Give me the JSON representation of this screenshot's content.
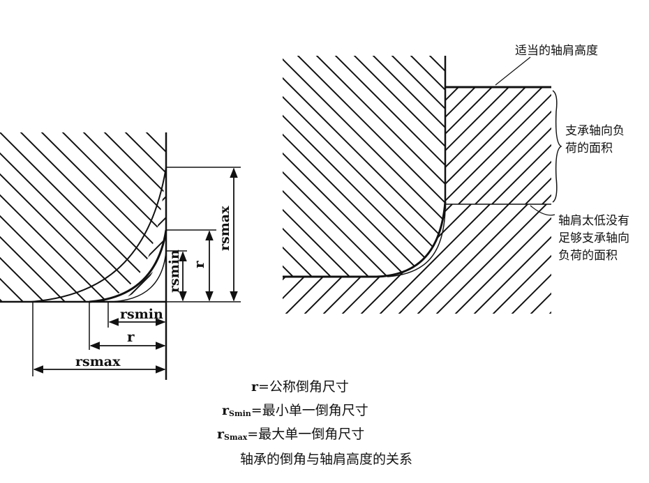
{
  "left_figure": {
    "dim_r": "r",
    "dim_rsmin": "rsmin",
    "dim_rsmax": "rsmax"
  },
  "right_figure": {
    "callout_top": "适当的轴肩高度",
    "callout_mid": [
      "支承轴向负",
      "荷的面积"
    ],
    "callout_low": [
      "轴肩太低没有",
      "足够支承轴向",
      "负荷的面积"
    ]
  },
  "legend": {
    "items": [
      {
        "symbol": "r",
        "sub": "",
        "text": "=公称倒角尺寸"
      },
      {
        "symbol": "r",
        "sub": "Smin",
        "text": "=最小单一倒角尺寸"
      },
      {
        "symbol": "r",
        "sub": "Smax",
        "text": "=最大单一倒角尺寸"
      }
    ],
    "caption": "轴承的倒角与轴肩高度的关系"
  }
}
